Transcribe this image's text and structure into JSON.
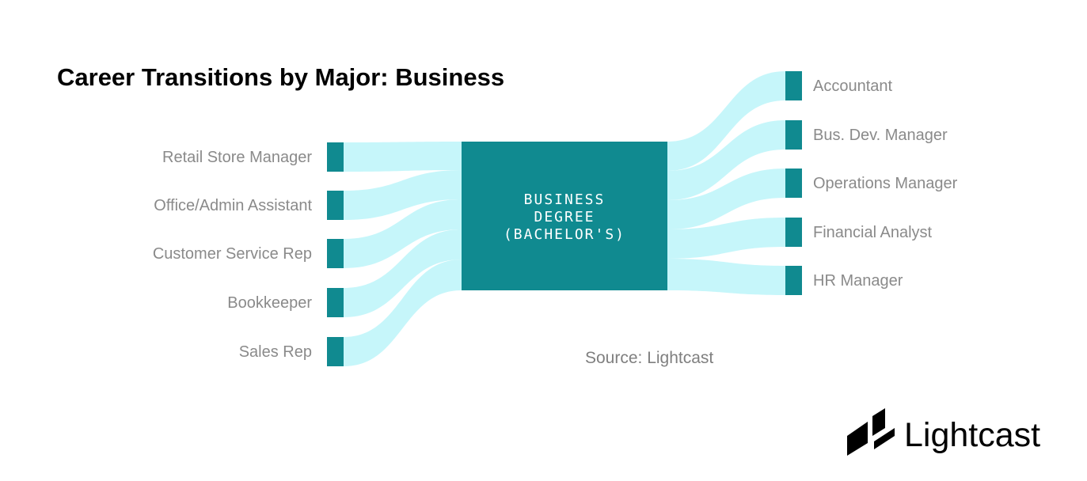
{
  "title": "Career Transitions by Major: Business",
  "center": {
    "lines": [
      "BUSINESS",
      "DEGREE",
      "(BACHELOR'S)"
    ]
  },
  "sources": [
    "Retail Store Manager",
    "Office/Admin Assistant",
    "Customer Service Rep",
    "Bookkeeper",
    "Sales Rep"
  ],
  "targets": [
    "Accountant",
    "Bus. Dev. Manager",
    "Operations Manager",
    "Financial Analyst",
    "HR Manager"
  ],
  "source_note": "Source: Lightcast",
  "brand": "Lightcast",
  "colors": {
    "node": "#108a90",
    "flow": "#c6f6fa",
    "title": "#000000",
    "label": "#8a8a8a"
  }
}
